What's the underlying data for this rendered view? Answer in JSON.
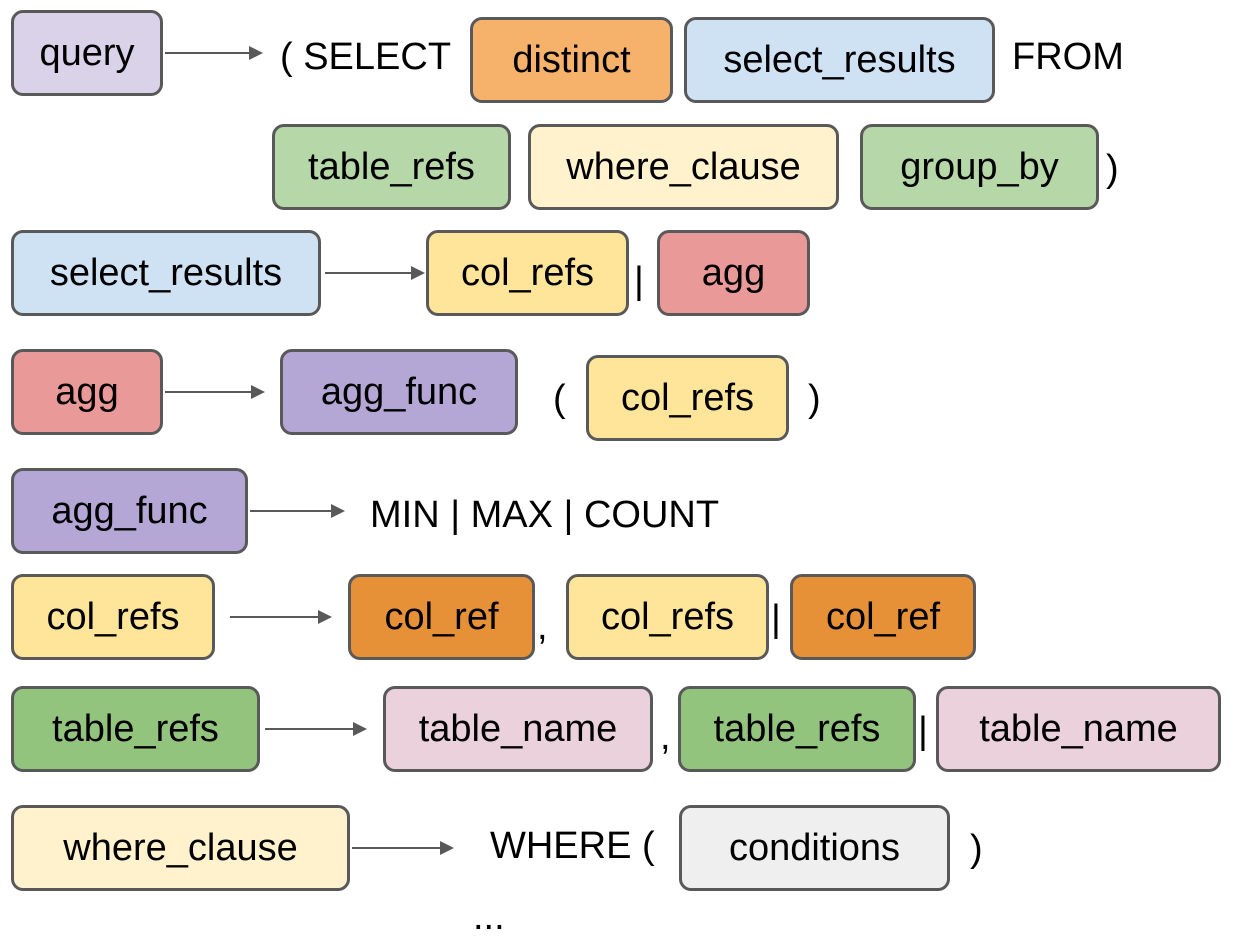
{
  "colors": {
    "query": "#d9d2e9",
    "distinct": "#f6b26b",
    "select_results": "#cfe2f3",
    "table_refs_light": "#b6d7a8",
    "where_clause": "#fff2cc",
    "group_by": "#b6d7a8",
    "col_refs": "#ffe599",
    "agg": "#ea9999",
    "agg_func": "#b4a7d6",
    "col_ref": "#e69138",
    "table_refs": "#93c47d",
    "table_name": "#ead1dc",
    "conditions": "#efefef",
    "border": "#595959"
  },
  "rules": {
    "query": {
      "lhs": "query",
      "t1": "( SELECT",
      "b1": "distinct",
      "b2": "select_results",
      "t2": "FROM",
      "b3": "table_refs",
      "b4": "where_clause",
      "b5": "group_by",
      "t3": ")"
    },
    "select_results": {
      "lhs": "select_results",
      "b1": "col_refs",
      "t1": "|",
      "b2": "agg"
    },
    "agg": {
      "lhs": "agg",
      "b1": "agg_func",
      "t1": "(",
      "b2": "col_refs",
      "t2": ")"
    },
    "agg_func": {
      "lhs": "agg_func",
      "t1": "MIN | MAX | COUNT"
    },
    "col_refs": {
      "lhs": "col_refs",
      "b1": "col_ref",
      "t1": ",",
      "b2": "col_refs",
      "t2": "|",
      "b3": "col_ref"
    },
    "table_refs": {
      "lhs": "table_refs",
      "b1": "table_name",
      "t1": ",",
      "b2": "table_refs",
      "t2": "|",
      "b3": "table_name"
    },
    "where_clause": {
      "lhs": "where_clause",
      "t1": "WHERE (",
      "b1": "conditions",
      "t2": ")"
    }
  },
  "ellipsis": "..."
}
